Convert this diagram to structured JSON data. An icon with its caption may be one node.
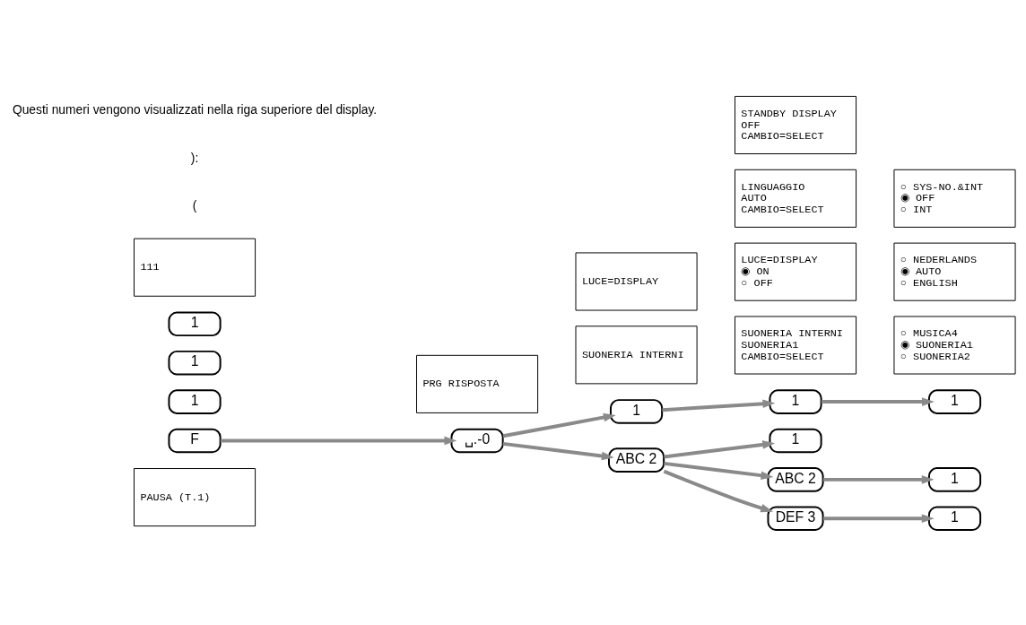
{
  "diagram": {
    "nodes": [
      {
        "text": [
          "F"
        ]
      },
      {
        "text": [
          "PAUSA (T.1)"
        ]
      },
      {
        "text": [
          "␣.-0"
        ]
      },
      {
        "text": [
          "PRG RISPOSTA"
        ]
      },
      {
        "text": [
          "1"
        ]
      },
      {
        "text": [
          "SUONERIA INTERNI"
        ]
      },
      {
        "text": [
          "ABC 2"
        ]
      },
      {
        "text": [
          "LUCE=DISPLAY"
        ]
      },
      {
        "text": [
          "1"
        ]
      },
      {
        "text": [
          "SUONERIA INTERNI",
          "SUONERIA1",
          "CAMBIO=SELECT"
        ]
      },
      {
        "text": [
          "1"
        ]
      },
      {
        "text": [
          "○ MUSICA4",
          "◉ SUONERIA1",
          "○ SUONERIA2"
        ]
      },
      {
        "text": [
          "1"
        ]
      },
      {
        "text": [
          "LUCE=DISPLAY",
          "◉ ON",
          "○ OFF"
        ]
      },
      {
        "text": [
          "ABC 2"
        ]
      },
      {
        "text": [
          "LINGUAGGIO",
          "AUTO",
          "CAMBIO=SELECT"
        ]
      },
      {
        "text": [
          "1"
        ]
      },
      {
        "text": [
          "○ NEDERLANDS",
          "◉ AUTO",
          "○ ENGLISH"
        ]
      },
      {
        "text": [
          "DEF 3"
        ]
      },
      {
        "text": [
          "STANDBY DISPLAY",
          "OFF",
          "CAMBIO=SELECT"
        ]
      },
      {
        "text": [
          "1"
        ]
      },
      {
        "text": [
          "○ SYS-NO.&INT",
          "◉ OFF",
          "○ INT"
        ]
      },
      {
        "text": [
          "1"
        ]
      },
      {
        "text": [
          "1"
        ]
      },
      {
        "text": [
          "1"
        ]
      },
      {
        "text": [
          "111"
        ]
      }
    ],
    "edges": [
      {
        "from": 0,
        "to": 2,
        "arrow": "to"
      },
      {
        "from": 2,
        "to": 4,
        "arrow": "to"
      },
      {
        "from": 2,
        "to": 6,
        "arrow": "to"
      },
      {
        "from": 4,
        "to": 8,
        "arrow": "to"
      },
      {
        "from": 8,
        "to": 10,
        "arrow": "to"
      },
      {
        "from": 6,
        "to": 12,
        "arrow": "to"
      },
      {
        "from": 6,
        "to": 14,
        "arrow": "to"
      },
      {
        "from": 6,
        "to": 18,
        "arrow": "to"
      },
      {
        "from": 14,
        "to": 16,
        "arrow": "to"
      },
      {
        "from": 18,
        "to": 20,
        "arrow": "to"
      }
    ],
    "labels": [
      "(",
      "):",
      "Questi numeri vengono visualizzati nella riga superiore del display."
    ]
  }
}
